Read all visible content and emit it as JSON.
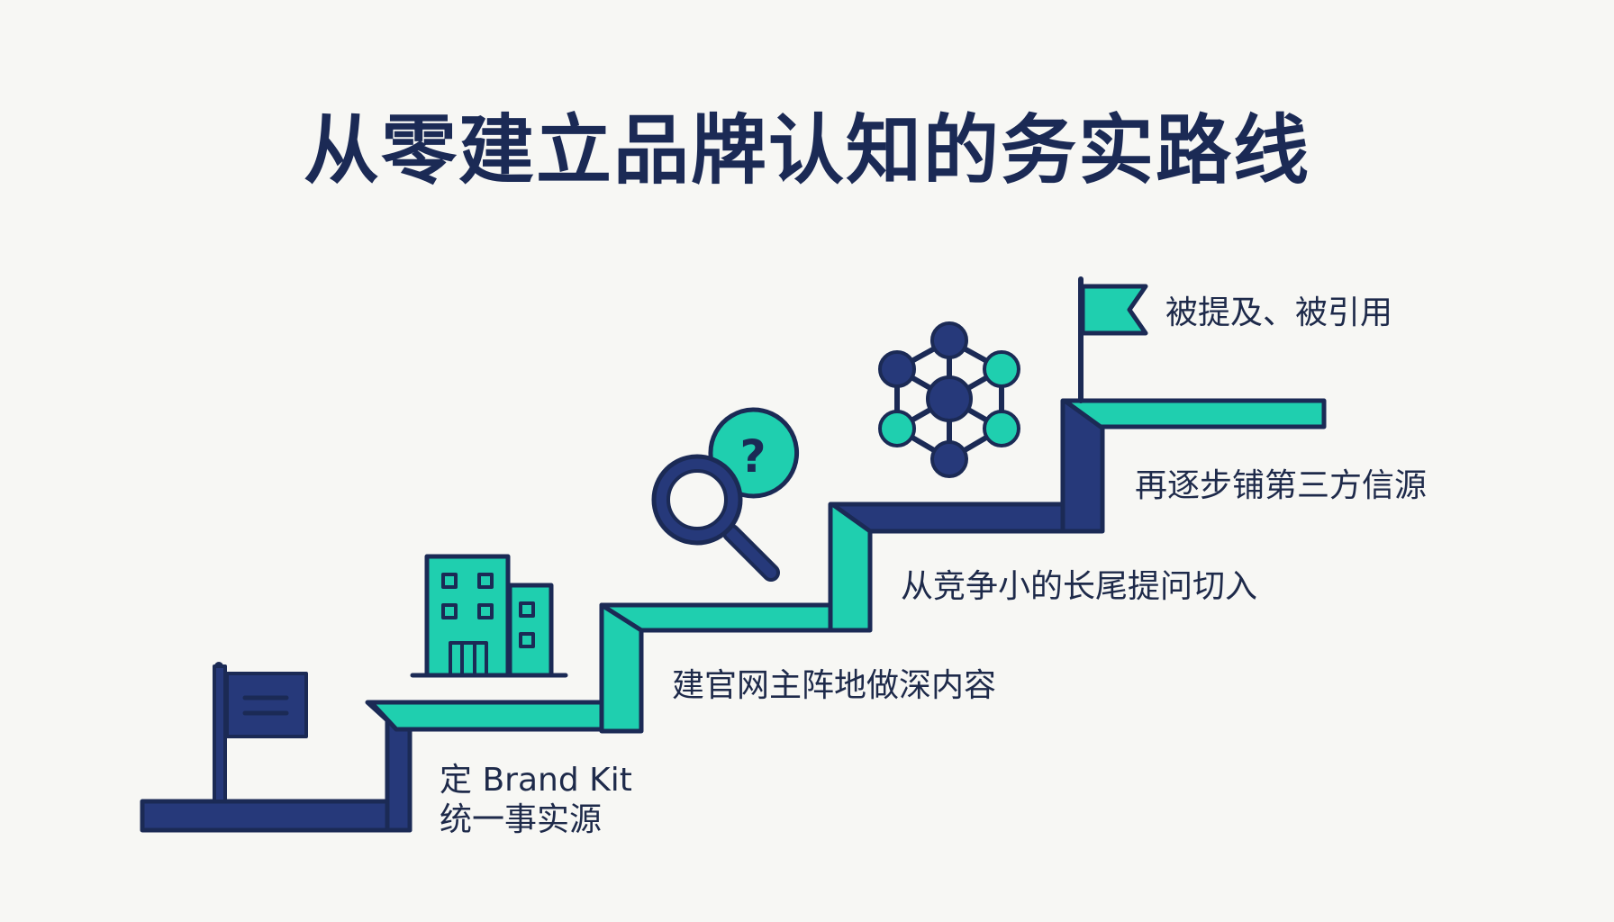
{
  "title": "从零建立品牌认知的务实路线",
  "colors": {
    "navy": "#26397a",
    "outline": "#1b2a55",
    "teal": "#1fcfaf",
    "background": "#f7f7f4"
  },
  "steps": [
    {
      "line1": "定 Brand Kit",
      "line2": "统一事实源",
      "icon": "flag-icon"
    },
    {
      "line1": "建官网主阵地做深内容",
      "icon": "building-icon"
    },
    {
      "line1": "从竞争小的长尾提问切入",
      "icon": "magnifier-question-icon"
    },
    {
      "line1": "再逐步铺第三方信源",
      "icon": "network-icon"
    },
    {
      "line1": "被提及、被引用",
      "icon": "goal-flag-icon"
    }
  ]
}
